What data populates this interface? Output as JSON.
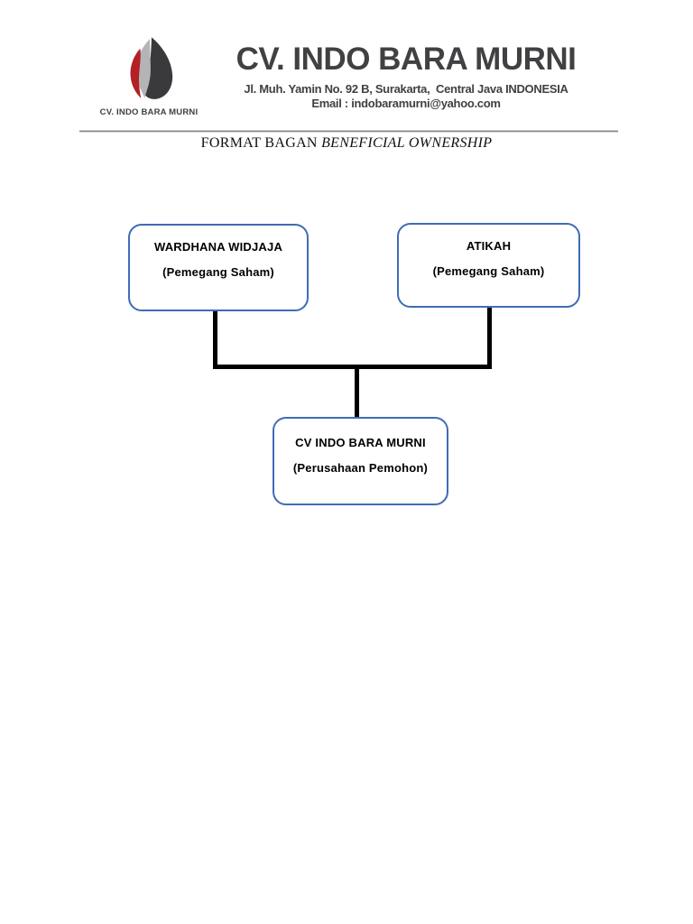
{
  "header": {
    "logo_caption": "CV. INDO BARA MURNI",
    "company_name": "CV. INDO BARA MURNI",
    "address_line": "Jl. Muh. Yamin No. 92 B, Surakarta,  Central Java INDONESIA",
    "email_line": "Email : indobaramurni@yahoo.com"
  },
  "title": {
    "regular": "FORMAT BAGAN ",
    "italic": "BENEFICIAL OWNERSHIP"
  },
  "diagram": {
    "type": "org-chart",
    "nodes": [
      {
        "name": "WARDHANA WIDJAJA",
        "role": "(Pemegang Saham)"
      },
      {
        "name": "ATIKAH",
        "role": "(Pemegang Saham)"
      },
      {
        "name": "CV INDO BARA MURNI",
        "role": "(Perusahaan Pemohon)"
      }
    ],
    "edges": [
      {
        "from": "WARDHANA WIDJAJA",
        "to": "CV INDO BARA MURNI"
      },
      {
        "from": "ATIKAH",
        "to": "CV INDO BARA MURNI"
      }
    ]
  },
  "colors": {
    "node_border": "#3f6cb5",
    "connector": "#000000",
    "header_text": "#414042",
    "logo_red": "#b32025",
    "logo_light_gray": "#b4b4b6",
    "logo_dark_gray": "#3a3a3c",
    "divider": "#8a8a8a"
  }
}
